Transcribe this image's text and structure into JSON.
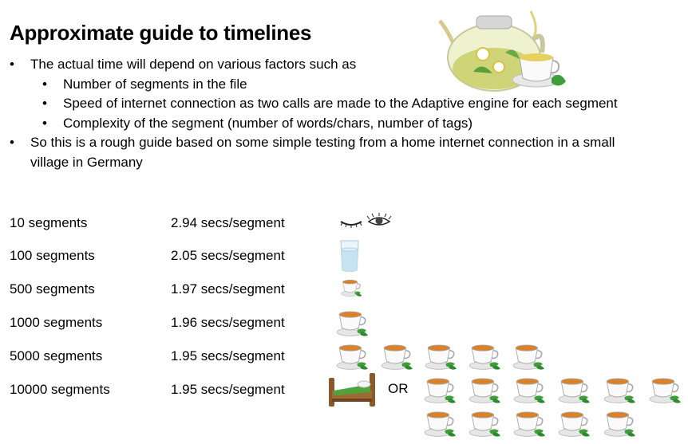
{
  "title": "Approximate guide to timelines",
  "bullets": {
    "factors_intro": "The actual time will depend on various factors such as",
    "factor_1": "Number of segments in the file",
    "factor_2": "Speed of internet connection as two calls are made to the Adaptive engine for each segment",
    "factor_3": "Complexity of the segment (number of words/chars, number of tags)",
    "rough_guide": "So this is a rough guide based on some simple testing from a home internet connection in a small village in Germany"
  },
  "rows": [
    {
      "segments": "10 segments",
      "rate": "2.94 secs/segment",
      "icon": "eyes-icon"
    },
    {
      "segments": "100 segments",
      "rate": "2.05 secs/segment",
      "icon": "water-glass-icon"
    },
    {
      "segments": "500 segments",
      "rate": "1.97 secs/segment",
      "icon": "tea-cup-icon"
    },
    {
      "segments": "1000 segments",
      "rate": "1.96 secs/segment",
      "icon": "tea-cup-icon"
    },
    {
      "segments": "5000 segments",
      "rate": "1.95 secs/segment",
      "icon": "tea-cup-icon"
    },
    {
      "segments": "10000 segments",
      "rate": "1.95 secs/segment",
      "icon": "bed-icon"
    }
  ],
  "or_label": "OR"
}
